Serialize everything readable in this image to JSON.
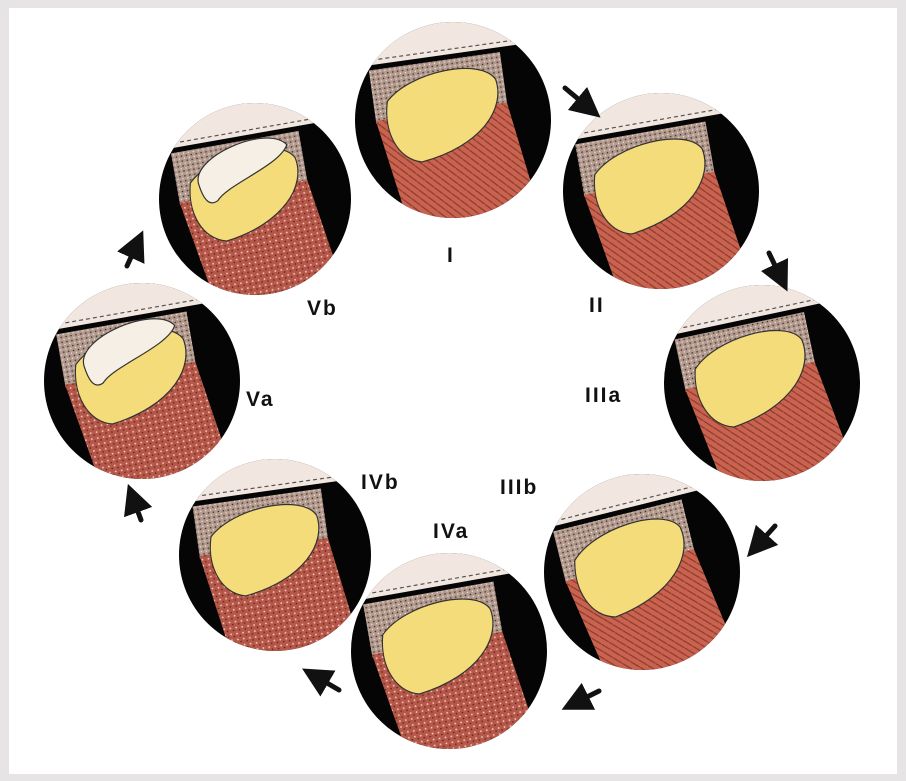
{
  "diagram": {
    "stages": [
      {
        "id": "I",
        "label": "I",
        "icon": "knee-cross-section-icon"
      },
      {
        "id": "II",
        "label": "II",
        "icon": "knee-cross-section-icon"
      },
      {
        "id": "IIIa",
        "label": "IIIa",
        "icon": "knee-cross-section-icon"
      },
      {
        "id": "IIIb",
        "label": "IIIb",
        "icon": "knee-cross-section-icon"
      },
      {
        "id": "IVa",
        "label": "IVa",
        "icon": "knee-cross-section-icon"
      },
      {
        "id": "IVb",
        "label": "IVb",
        "icon": "knee-cross-section-icon"
      },
      {
        "id": "Va",
        "label": "Va",
        "icon": "knee-cross-section-icon"
      },
      {
        "id": "Vb",
        "label": "Vb",
        "icon": "knee-cross-section-icon"
      }
    ],
    "flow": "clockwise",
    "colors": {
      "background": "#ffffff",
      "frame": "#e6e4e5",
      "disc": "#050505",
      "meniscus": "#f5dc7a",
      "muscle": "#c9634f",
      "muscle_dark": "#7a2a22",
      "cartilage": "#f2e7e0",
      "bone": "#b08a78",
      "lesion": "#f6efe6",
      "arrow": "#111111"
    }
  }
}
